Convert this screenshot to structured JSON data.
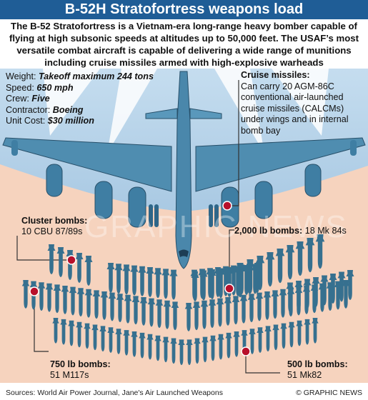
{
  "title": "B-52H Stratofortress weapons load",
  "intro": "The B-52 Stratofortress is a Vietnam-era long-range heavy bomber capable of flying at high subsonic speeds at altitudes up to 50,000 feet. The USAF’s most versatile combat aircraft is capable of delivering a wide range of munitions including cruise missiles armed with high-explosive warheads",
  "specs": {
    "weight_label": "Weight: ",
    "weight_value": "Takeoff maximum 244 tons",
    "speed_label": "Speed: ",
    "speed_value": "650 mph",
    "crew_label": "Crew: ",
    "crew_value": "Five",
    "contractor_label": "Contractor: ",
    "contractor_value": "Boeing",
    "cost_label": "Unit Cost: ",
    "cost_value": "$30 million"
  },
  "cruise": {
    "heading": "Cruise missiles:",
    "text": "Can carry 20 AGM-86C conventional air-launched cruise missiles (CALCMs) under wings and in internal bomb bay"
  },
  "weapons": {
    "cluster_title": "Cluster bombs:",
    "cluster_count": "10 CBU 87/89s",
    "mk84_title": "2,000 lb bombs:",
    "mk84_count": "18 Mk 84s",
    "m117_title": "750 lb bombs:",
    "m117_count": "51 M117s",
    "mk82_title": "500 lb bombs:",
    "mk82_count": "51 Mk82"
  },
  "watermark": "GRAPHIC NEWS",
  "footer": {
    "sources": "Sources: World Air Power Journal, Jane's Air Launched Weapons",
    "credit": "© GRAPHIC NEWS"
  },
  "colors": {
    "title_bar": "#1f5d96",
    "sky": "#b9d4ea",
    "ground": "#f6d3be",
    "aircraft": "#4f8db0",
    "bomb": "#36708f",
    "marker": "#b8102b"
  }
}
